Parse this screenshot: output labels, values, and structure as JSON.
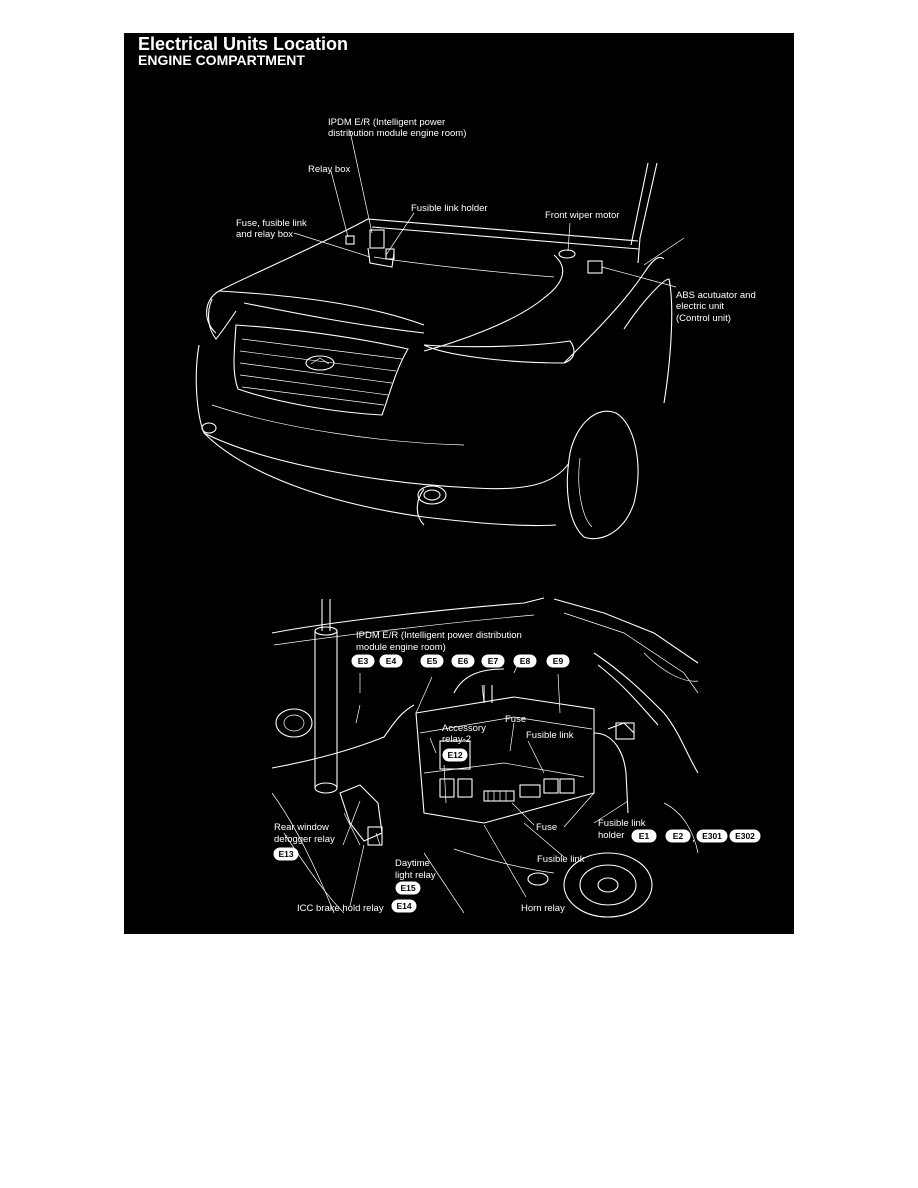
{
  "title": "Electrical Units Location",
  "subtitle": "ENGINE COMPARTMENT",
  "top_diagram": {
    "labels": {
      "ipdm_1": "IPDM E/R (Intelligent power",
      "ipdm_2": "distribution module engine room)",
      "relay_box": "Relay box",
      "fusible_link_holder": "Fusible link holder",
      "fuse_box_1": "Fuse, fusible link",
      "fuse_box_2": "and relay box",
      "front_wiper_motor": "Front wiper motor",
      "abs_1": "ABS acutuator and",
      "abs_2": "electric unit",
      "abs_3": "(Control unit)"
    }
  },
  "bottom_diagram": {
    "labels": {
      "ipdm_1": "IPDM E/R (Intelligent power distribution",
      "ipdm_2": "module engine room)",
      "accessory_1": "Accessory",
      "accessory_2": "relay-2",
      "fuse_upper": "Fuse",
      "fusible_link_upper": "Fusible link",
      "rear_window_1": "Rear window",
      "rear_window_2": "defogger relay",
      "fuse_lower": "Fuse",
      "fusible_link_holder_1": "Fusible link",
      "fusible_link_holder_2": "holder",
      "fusible_link_lower": "Fusible link",
      "daytime_1": "Daytime",
      "daytime_2": "light relay",
      "icc": "ICC brake hold relay",
      "horn_relay": "Horn relay",
      "comma": ","
    },
    "connectors": {
      "ipdm": [
        "E3",
        "E4",
        "E5",
        "E6",
        "E7",
        "E8",
        "E9"
      ],
      "accessory": "E12",
      "rear_window": "E13",
      "daytime": "E15",
      "icc": "E14",
      "fusible_link_holder": [
        "E1",
        "E2",
        "E301",
        "E302"
      ]
    }
  }
}
